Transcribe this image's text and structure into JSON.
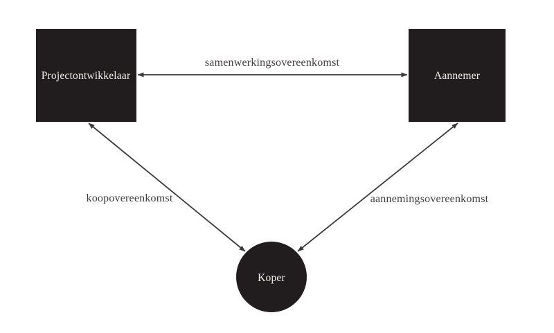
{
  "diagram": {
    "title": "contract-relations-diagram",
    "background": "#ffffff",
    "colors": {
      "node_fill": "#211d1e",
      "node_text": "#f2f0ed",
      "edge_line": "#3a3a3a",
      "edge_label_text": "#403c3d"
    },
    "nodes": [
      {
        "id": "projectontwikkelaar",
        "shape": "rect",
        "label": "Projectontwikkelaar"
      },
      {
        "id": "aannemer",
        "shape": "rect",
        "label": "Aannemer"
      },
      {
        "id": "koper",
        "shape": "circle",
        "label": "Koper"
      }
    ],
    "edges": [
      {
        "from": "projectontwikkelaar",
        "to": "aannemer",
        "direction": "both",
        "label": "samenwerkingsovereenkomst"
      },
      {
        "from": "koper",
        "to": "projectontwikkelaar",
        "direction": "both",
        "label": "koopovereenkomst"
      },
      {
        "from": "koper",
        "to": "aannemer",
        "direction": "both",
        "label": "aannemingsovereenkomst"
      }
    ]
  }
}
